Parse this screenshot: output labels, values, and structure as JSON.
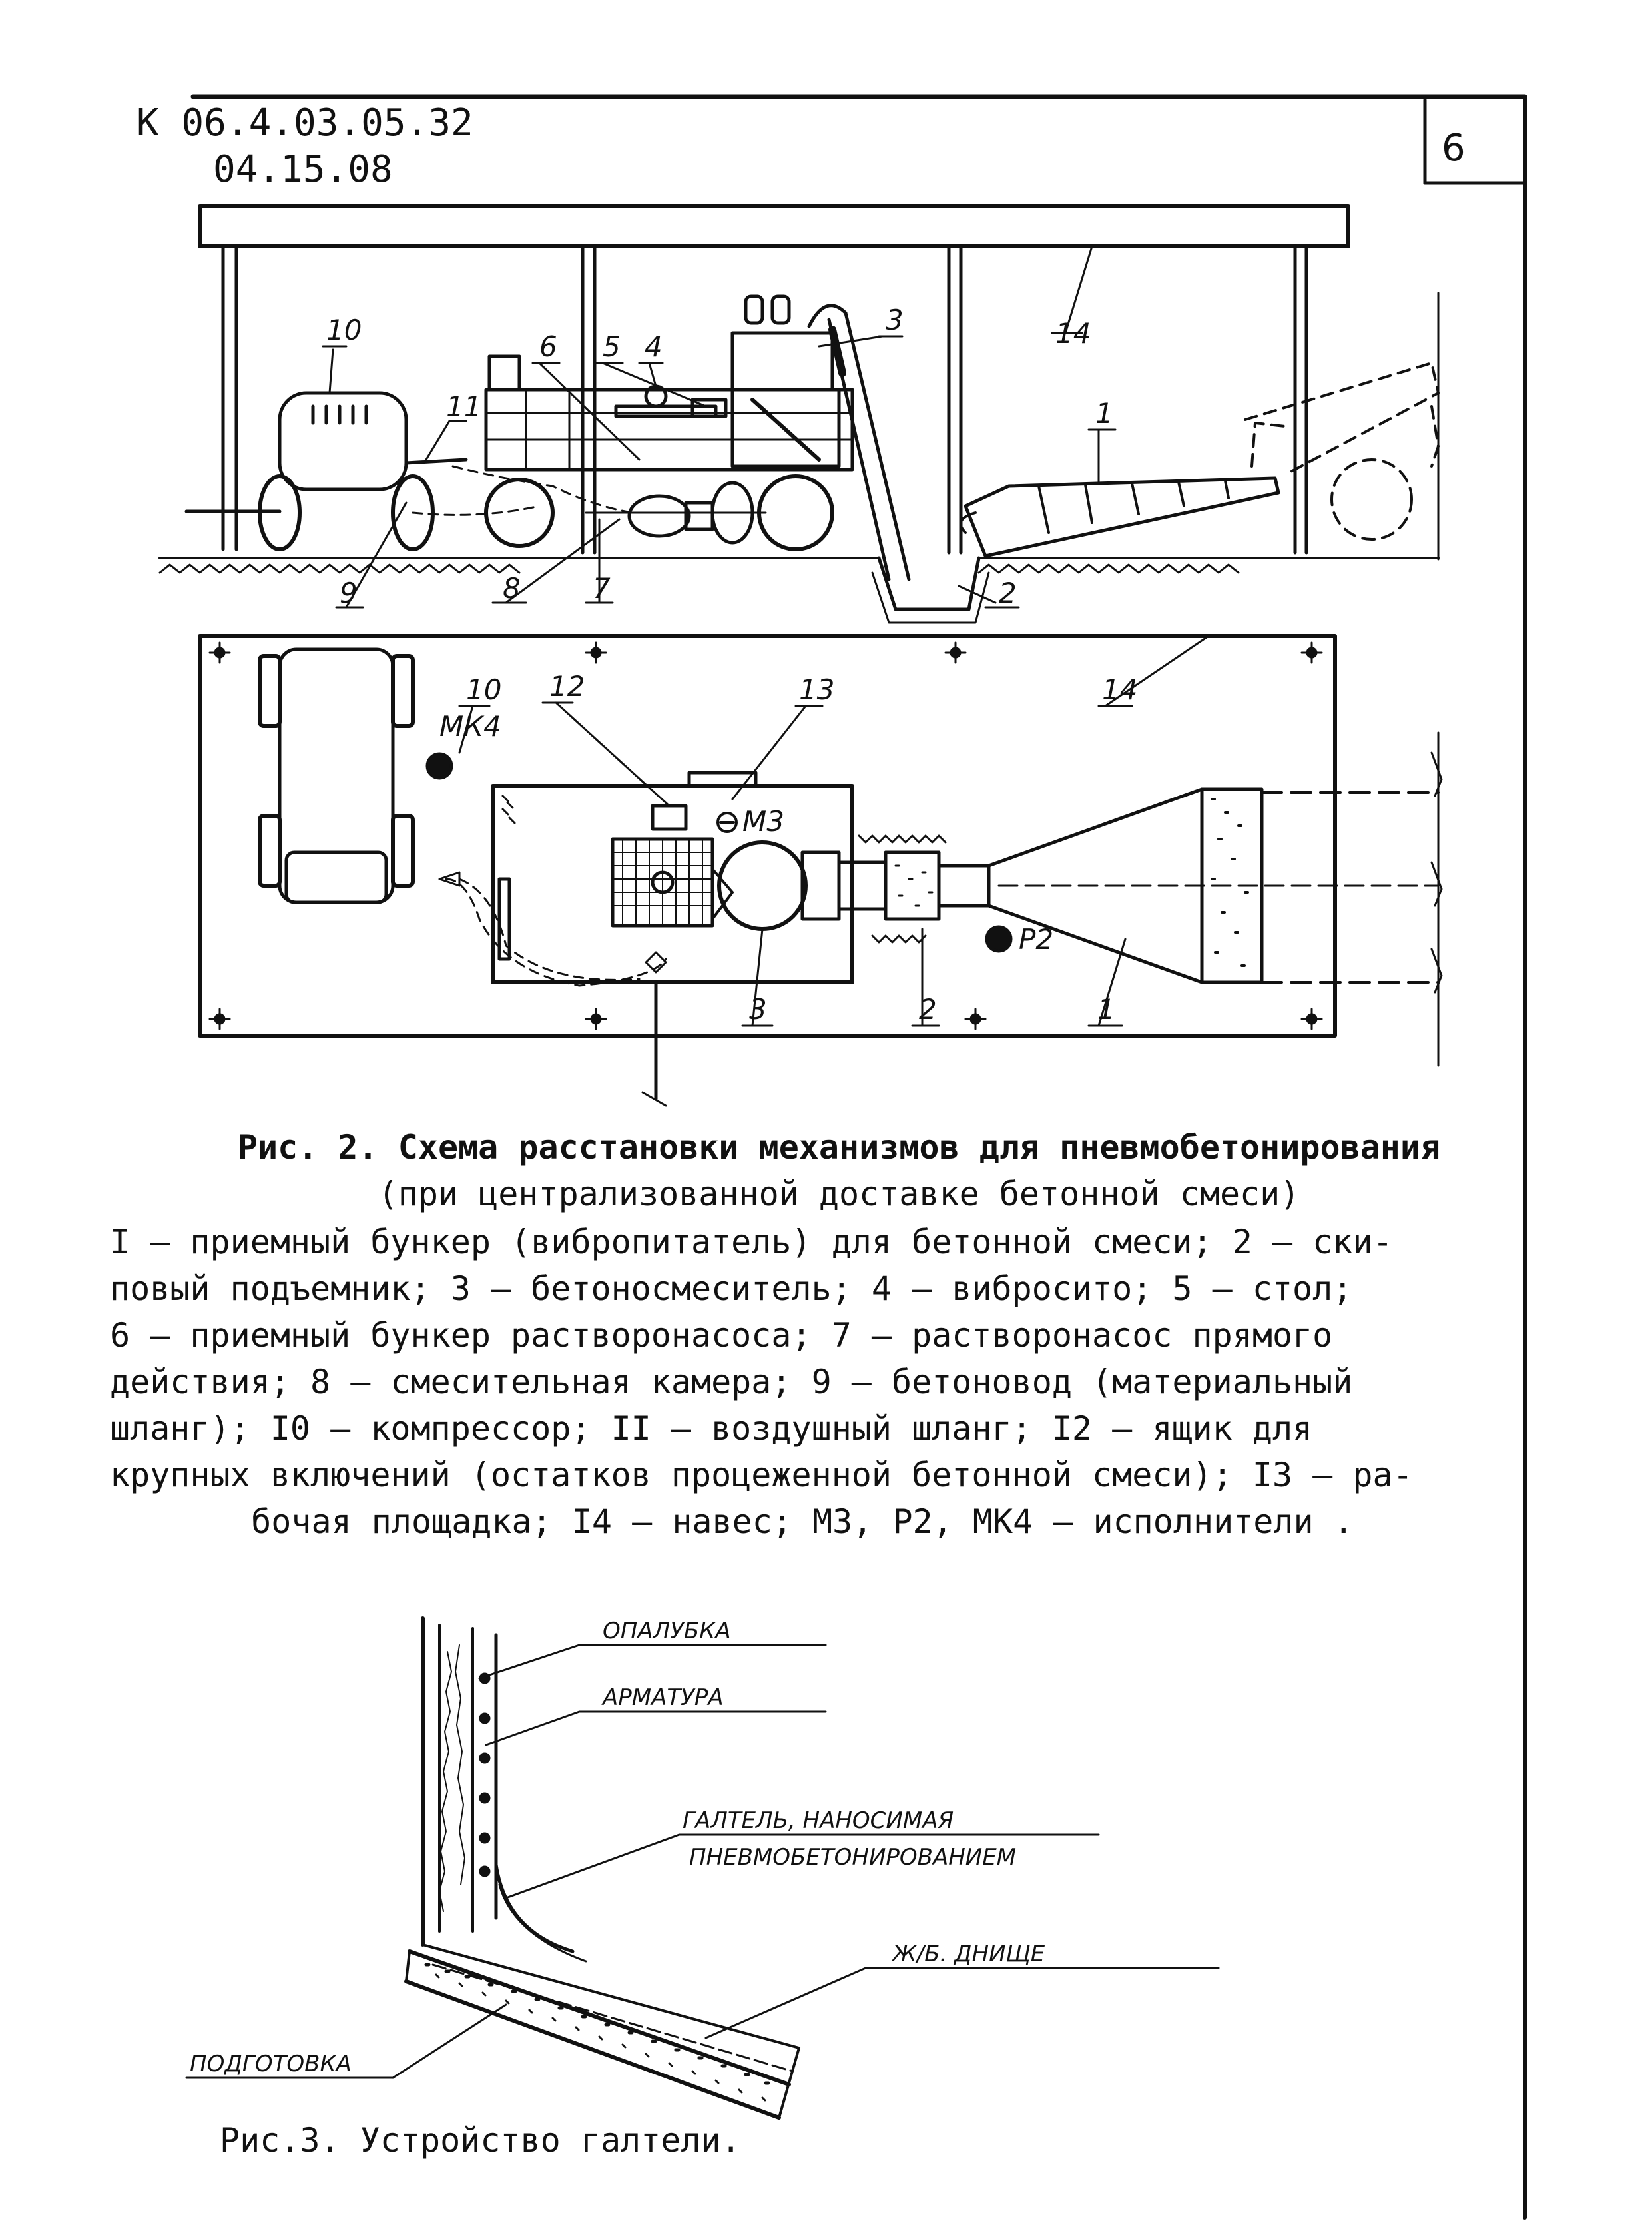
{
  "header": {
    "code_line1": "К 06.4.03.05.32",
    "code_line2": "04.15.08",
    "page_number": "6"
  },
  "figure2": {
    "callouts": {
      "n1": "1",
      "n2": "2",
      "n3": "3",
      "n4": "4",
      "n5": "5",
      "n6": "6",
      "n7": "7",
      "n8": "8",
      "n9": "9",
      "n10": "10",
      "n11": "11",
      "n12": "12",
      "n13": "13",
      "n14": "14"
    },
    "plan_labels": {
      "mk4": "МК4",
      "m3": "М3",
      "p2": "Р2"
    },
    "title": "Рис. 2. Схема расстановки механизмов для пневмобетонирования",
    "subtitle": "(при централизованной доставке бетонной смеси)",
    "legend_lines": [
      "I – приемный бункер (вибропитатель) для бетонной смеси; 2 – ски-",
      "повый подъемник; 3 – бетоносмеситель; 4 – вибросито; 5 – стол;",
      "6 – приемный бункер растворонасоса; 7 – растворонасос прямого",
      "действия; 8 – смесительная камера; 9 – бетоновод (материальный",
      "шланг); I0 – компрессор; II – воздушный шланг; I2 – ящик для",
      "крупных включений (остатков процеженной бетонной смеси); I3 – ра-",
      "бочая площадка; I4 – навес; М3, Р2, МК4 – исполнители ."
    ]
  },
  "figure3": {
    "labels": {
      "formwork": "ОПАЛУБКА",
      "reinforcement": "АРМАТУРА",
      "fillet_line1": "ГАЛТЕЛЬ, НАНОСИМАЯ",
      "fillet_line2": "ПНЕВМОБЕТОНИРОВАНИЕМ",
      "bottom": "Ж/Б. ДНИЩЕ",
      "base": "ПОДГОТОВКА"
    },
    "caption": "Рис.3. Устройство галтели."
  }
}
